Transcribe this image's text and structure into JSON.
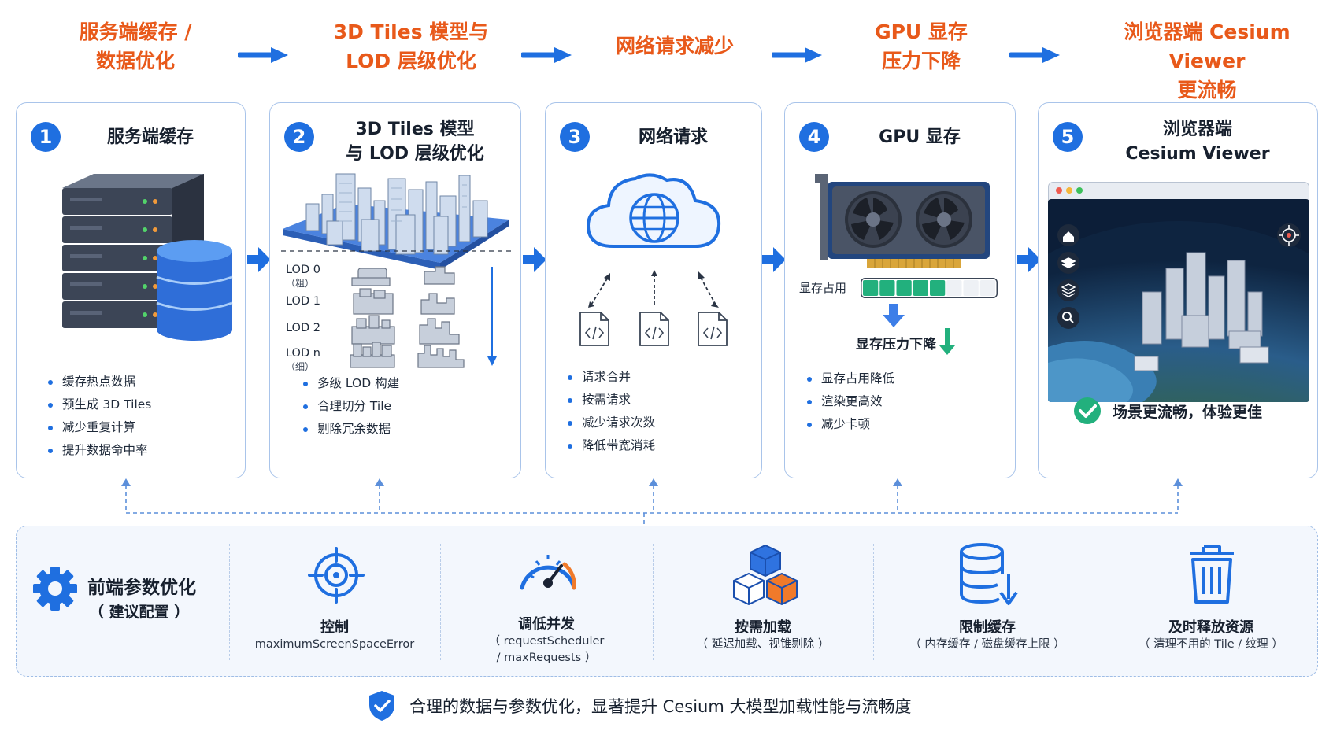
{
  "flow": [
    {
      "line1": "服务端缓存 /",
      "line2": "数据优化"
    },
    {
      "line1": "3D Tiles 模型与",
      "line2": "LOD 层级优化"
    },
    {
      "line1": "网络请求减少",
      "line2": ""
    },
    {
      "line1": "GPU 显存",
      "line2": "压力下降"
    },
    {
      "line1": "浏览器端 Cesium Viewer",
      "line2": "更流畅"
    }
  ],
  "cards": [
    {
      "num": "1",
      "title_line1": "服务端缓存",
      "title_line2": "",
      "bullets": [
        "缓存热点数据",
        "预生成 3D Tiles",
        "减少重复计算",
        "提升数据命中率"
      ]
    },
    {
      "num": "2",
      "title_line1": "3D Tiles 模型",
      "title_line2": "与 LOD 层级优化",
      "bullets": [
        "多级 LOD 构建",
        "合理切分 Tile",
        "剔除冗余数据"
      ]
    },
    {
      "num": "3",
      "title_line1": "网络请求",
      "title_line2": "",
      "bullets": [
        "请求合并",
        "按需请求",
        "减少请求次数",
        "降低带宽消耗"
      ]
    },
    {
      "num": "4",
      "title_line1": "GPU 显存",
      "title_line2": "",
      "bullets": [
        "显存占用降低",
        "渲染更高效",
        "减少卡顿"
      ]
    },
    {
      "num": "5",
      "title_line1": "浏览器端",
      "title_line2": "Cesium Viewer",
      "bullets": []
    }
  ],
  "lod": [
    {
      "label": "LOD 0",
      "sub": "（粗）"
    },
    {
      "label": "LOD 1",
      "sub": ""
    },
    {
      "label": "LOD 2",
      "sub": ""
    },
    {
      "label": "LOD n",
      "sub": "（细）"
    }
  ],
  "gpu": {
    "mem_label": "显存占用",
    "mem_fill_cells": 5,
    "mem_total_cells": 8,
    "drop_text": "显存压力下降"
  },
  "browser": {
    "smooth_text": "场景更流畅，体验更佳"
  },
  "panel": {
    "title": "前端参数优化",
    "subtitle": "（ 建议配置 ）",
    "items": [
      {
        "icon": "crosshair-icon",
        "title": "控制",
        "sub1": "maximumScreenSpaceError",
        "sub2": ""
      },
      {
        "icon": "gauge-icon",
        "title": "调低并发",
        "sub1": "（ requestScheduler",
        "sub2": "/ maxRequests ）"
      },
      {
        "icon": "cubes-icon",
        "title": "按需加载",
        "sub1": "（ 延迟加载、视锥剔除 ）",
        "sub2": ""
      },
      {
        "icon": "database-limit-icon",
        "title": "限制缓存",
        "sub1": "（ 内存缓存 / 磁盘缓存上限 ）",
        "sub2": ""
      },
      {
        "icon": "trash-icon",
        "title": "及时释放资源",
        "sub1": "（ 清理不用的 Tile / 纹理 ）",
        "sub2": ""
      }
    ]
  },
  "footer": {
    "text": "合理的数据与参数优化，显著提升 Cesium 大模型加载性能与流畅度"
  },
  "colors": {
    "accent_blue": "#1f6fe0",
    "accent_orange": "#e8591a",
    "success_green": "#22b07d"
  }
}
